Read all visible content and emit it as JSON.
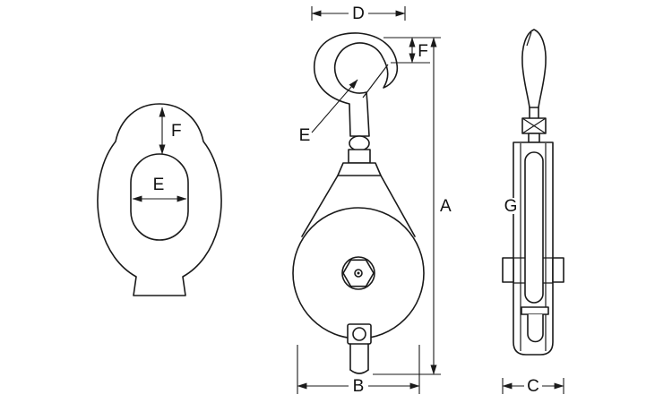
{
  "theme": {
    "background": "#ffffff",
    "line_color": "#1a1a1a",
    "text_color": "#111111"
  },
  "views": {
    "eye_detail": {
      "label_f": "F",
      "label_e": "E"
    },
    "front": {
      "label_d": "D",
      "label_f": "F",
      "label_e": "E",
      "label_a": "A",
      "label_b": "B"
    },
    "side": {
      "label_g": "G",
      "label_c": "C"
    }
  }
}
